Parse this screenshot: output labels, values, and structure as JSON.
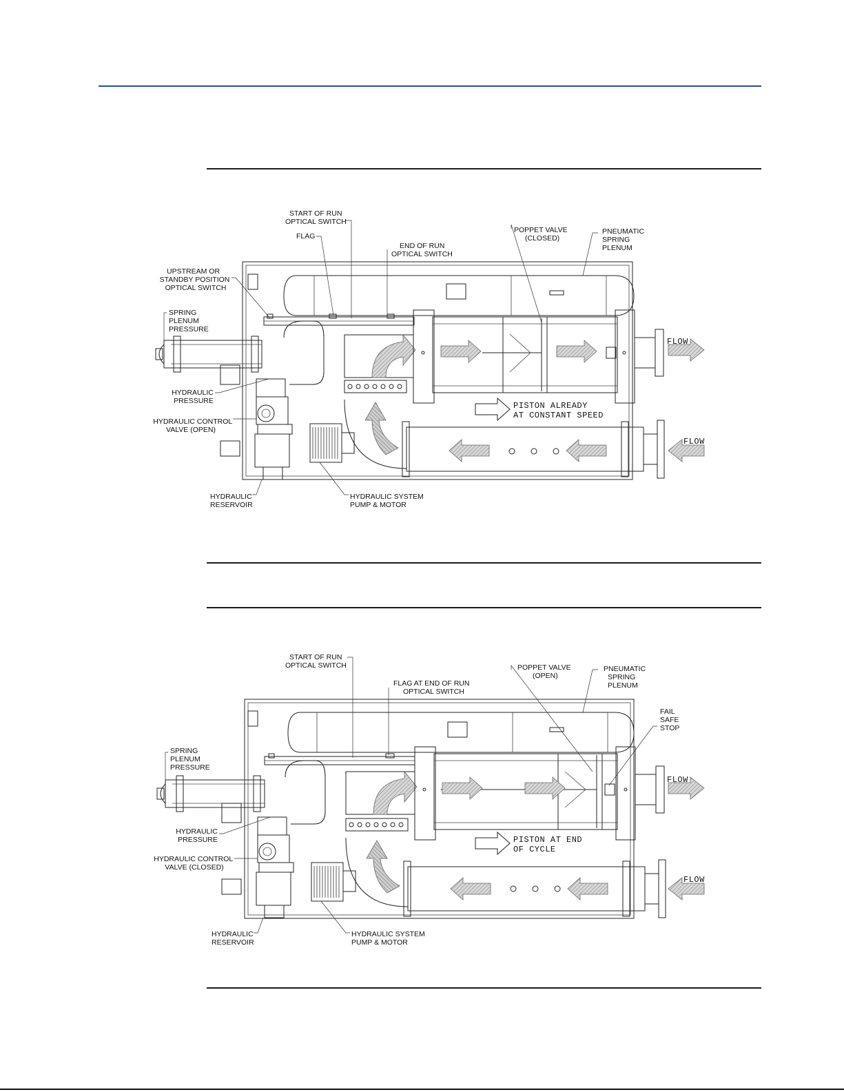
{
  "figure1": {
    "labels": {
      "start_of_run": [
        "START OF RUN",
        "OPTICAL SWITCH"
      ],
      "flag": [
        "FLAG"
      ],
      "end_of_run": [
        "END OF RUN",
        "OPTICAL SWITCH"
      ],
      "poppet_valve": [
        "POPPET VALVE",
        "(CLOSED)"
      ],
      "pneumatic_plenum": [
        "PNEUMATIC",
        "SPRING",
        "PLENUM"
      ],
      "upstream": [
        "UPSTREAM OR",
        "STANDBY POSITION",
        "OPTICAL SWITCH"
      ],
      "spring_plenum": [
        "SPRING",
        "PLENUM",
        "PRESSURE"
      ],
      "hydraulic_pressure": [
        "HYDRAULIC",
        "PRESSURE"
      ],
      "hydraulic_valve": [
        "HYDRAULIC CONTROL",
        "VALVE (OPEN)"
      ],
      "hydraulic_reservoir": [
        "HYDRAULIC",
        "RESERVOIR"
      ],
      "pump_motor": [
        "HYDRAULIC SYSTEM",
        "PUMP & MOTOR"
      ],
      "flow_out": "FLOW",
      "flow_in": "FLOW",
      "piston": [
        "PISTON ALREADY",
        "AT CONSTANT SPEED"
      ]
    }
  },
  "figure2": {
    "labels": {
      "start_of_run": [
        "START OF RUN",
        "OPTICAL SWITCH"
      ],
      "flag_end": [
        "FLAG AT END OF RUN",
        "OPTICAL SWITCH"
      ],
      "poppet_valve": [
        "POPPET VALVE",
        "(OPEN)"
      ],
      "pneumatic_plenum": [
        "PNEUMATIC",
        "SPRING",
        "PLENUM"
      ],
      "fail_safe": [
        "FAIL",
        "SAFE",
        "STOP"
      ],
      "spring_plenum": [
        "SPRING",
        "PLENUM",
        "PRESSURE"
      ],
      "hydraulic_pressure": [
        "HYDRAULIC",
        "PRESSURE"
      ],
      "hydraulic_valve": [
        "HYDRAULIC CONTROL",
        "VALVE (CLOSED)"
      ],
      "hydraulic_reservoir": [
        "HYDRAULIC",
        "RESERVOIR"
      ],
      "pump_motor": [
        "HYDRAULIC SYSTEM",
        "PUMP & MOTOR"
      ],
      "flow_out": "FLOW",
      "flow_in": "FLOW",
      "piston": [
        "PISTON AT END",
        "OF CYCLE"
      ]
    }
  }
}
